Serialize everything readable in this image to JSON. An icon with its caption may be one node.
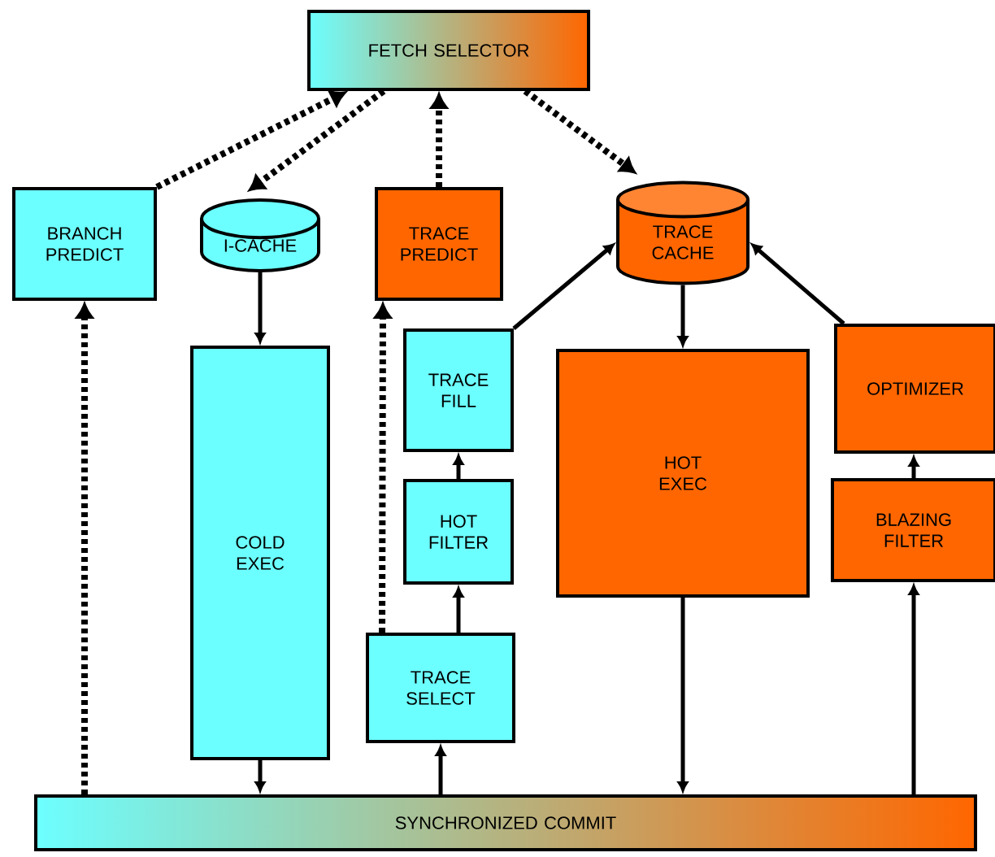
{
  "diagram": {
    "nodes": [
      {
        "text": [
          "FETCH SELECTOR"
        ]
      },
      {
        "text": [
          "BRANCH PREDICT"
        ]
      },
      {
        "text": [
          "I-CACHE"
        ]
      },
      {
        "text": [
          "TRACE PREDICT"
        ]
      },
      {
        "text": [
          "TRACE CACHE"
        ]
      },
      {
        "text": [
          "COLD EXEC"
        ]
      },
      {
        "text": [
          "TRACE FILL"
        ]
      },
      {
        "text": [
          "HOT FILTER"
        ]
      },
      {
        "text": [
          "TRACE SELECT"
        ]
      },
      {
        "text": [
          "HOT EXEC"
        ]
      },
      {
        "text": [
          "OPTIMIZER"
        ]
      },
      {
        "text": [
          "BLAZING FILTER"
        ]
      },
      {
        "text": [
          "SYNCHRONIZED COMMIT"
        ]
      }
    ],
    "edges": [
      {
        "from": 1,
        "to": 0,
        "arrow": "to",
        "style": "dashed"
      },
      {
        "from": 0,
        "to": 2,
        "arrow": "to",
        "style": "dashed"
      },
      {
        "from": 3,
        "to": 0,
        "arrow": "to",
        "style": "dashed"
      },
      {
        "from": 0,
        "to": 4,
        "arrow": "to",
        "style": "dashed"
      },
      {
        "from": 12,
        "to": 1,
        "arrow": "to",
        "style": "dashed"
      },
      {
        "from": 2,
        "to": 5,
        "arrow": "to"
      },
      {
        "from": 5,
        "to": 12,
        "arrow": "to"
      },
      {
        "from": 8,
        "to": 3,
        "arrow": "to",
        "style": "dashed"
      },
      {
        "from": 8,
        "to": 7,
        "arrow": "to"
      },
      {
        "from": 7,
        "to": 6,
        "arrow": "to"
      },
      {
        "from": 6,
        "to": 4,
        "arrow": "to"
      },
      {
        "from": 12,
        "to": 8,
        "arrow": "to"
      },
      {
        "from": 4,
        "to": 9,
        "arrow": "to"
      },
      {
        "from": 10,
        "to": 4,
        "arrow": "to"
      },
      {
        "from": 11,
        "to": 10,
        "arrow": "to"
      },
      {
        "from": 9,
        "to": 12,
        "arrow": "to"
      },
      {
        "from": 12,
        "to": 11,
        "arrow": "to"
      }
    ]
  }
}
